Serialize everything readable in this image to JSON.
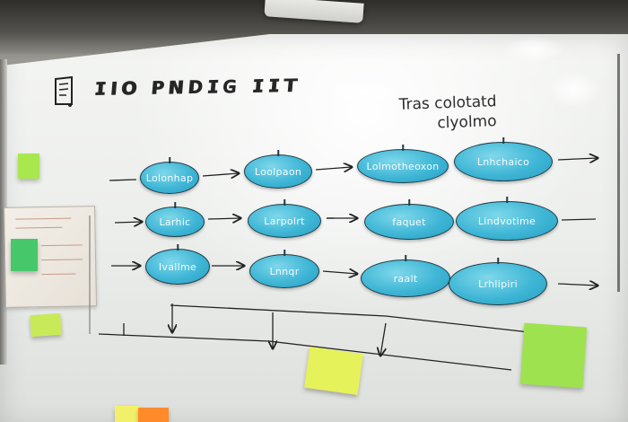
{
  "board": {
    "title": "ɪıo ᴘɴᴅɪɢ ɪɪᴛ",
    "note_line1": "Tras colotatd",
    "note_line2": "clyolmo"
  },
  "flow": {
    "row1": [
      "Lolonhap",
      "Loolpaon",
      "Lolmotheoxon",
      "Lnhchaico"
    ],
    "row2": [
      "Larhic",
      "Larpolrt",
      "faquet",
      "Lindvotime"
    ],
    "row3": [
      "Ivallme",
      "Lnnqr",
      "raalt",
      "Lrhlipiri"
    ]
  },
  "colors": {
    "node_fill": "#3fb6d6",
    "sticky_green": "#9ee34f",
    "sticky_yellow": "#e6f25a",
    "sticky_orange": "#ff8a2a",
    "marker": "#2b2b2b"
  },
  "icons": {
    "title_doodle": "box-with-lines-icon"
  }
}
